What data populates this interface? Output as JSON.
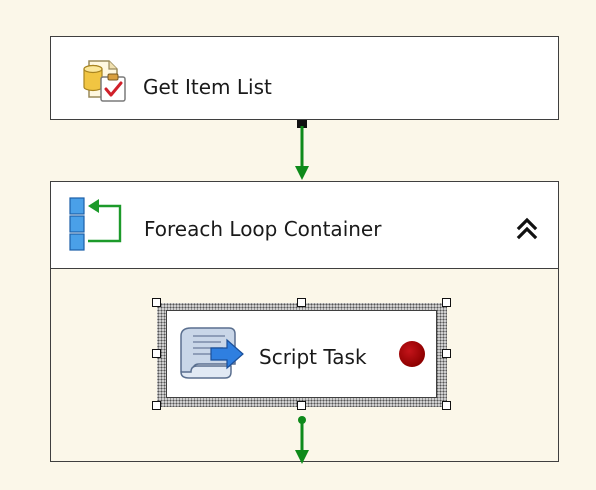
{
  "canvas": {
    "background": "#fbf7e9"
  },
  "tasks": {
    "get_item_list": {
      "label": "Get Item List",
      "icon": "sql-task-icon"
    },
    "script_task": {
      "label": "Script Task",
      "icon": "script-scroll-icon",
      "breakpoint": true,
      "selected": true
    }
  },
  "container": {
    "label": "Foreach Loop Container",
    "icon": "foreach-loop-icon",
    "collapse_icon": "double-chevron-up-icon"
  },
  "colors": {
    "precedence_success": "#0e8a1a",
    "border": "#3f3f3f",
    "breakpoint": "#b00000"
  }
}
